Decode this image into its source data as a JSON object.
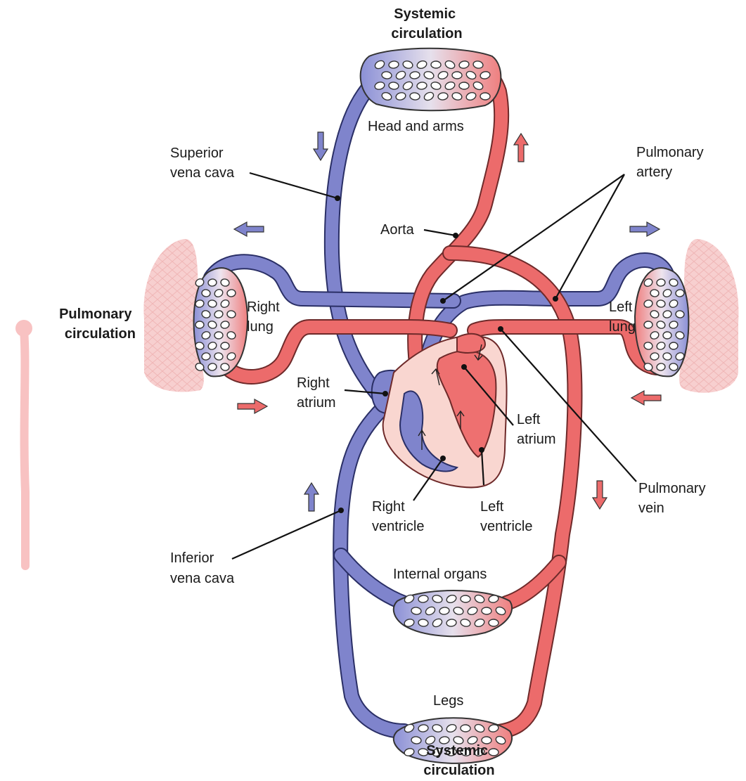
{
  "labels": {
    "systemic_top": [
      "Systemic",
      "circulation"
    ],
    "systemic_bottom": [
      "Systemic",
      "circulation"
    ],
    "pulmonary_circulation": [
      "Pulmonary",
      "circulation"
    ],
    "head_and_arms": "Head and arms",
    "superior_vena_cava": [
      "Superior",
      "vena cava"
    ],
    "pulmonary_artery": [
      "Pulmonary",
      "artery"
    ],
    "aorta": "Aorta",
    "right_lung": [
      "Right",
      "lung"
    ],
    "left_lung": [
      "Left",
      "lung"
    ],
    "right_atrium": [
      "Right",
      "atrium"
    ],
    "left_atrium": [
      "Left",
      "atrium"
    ],
    "right_ventricle": [
      "Right",
      "ventricle"
    ],
    "left_ventricle": [
      "Left",
      "ventricle"
    ],
    "pulmonary_vein": [
      "Pulmonary",
      "vein"
    ],
    "inferior_vena_cava": [
      "Inferior",
      "vena cava"
    ],
    "internal_organs": "Internal organs",
    "legs": "Legs"
  },
  "colors": {
    "deoxygenated": "#7f84cc",
    "oxygenated": "#ec6b6b",
    "lung_tissue": "#f6c9c9",
    "heart_wall": "#f9d6d0"
  }
}
